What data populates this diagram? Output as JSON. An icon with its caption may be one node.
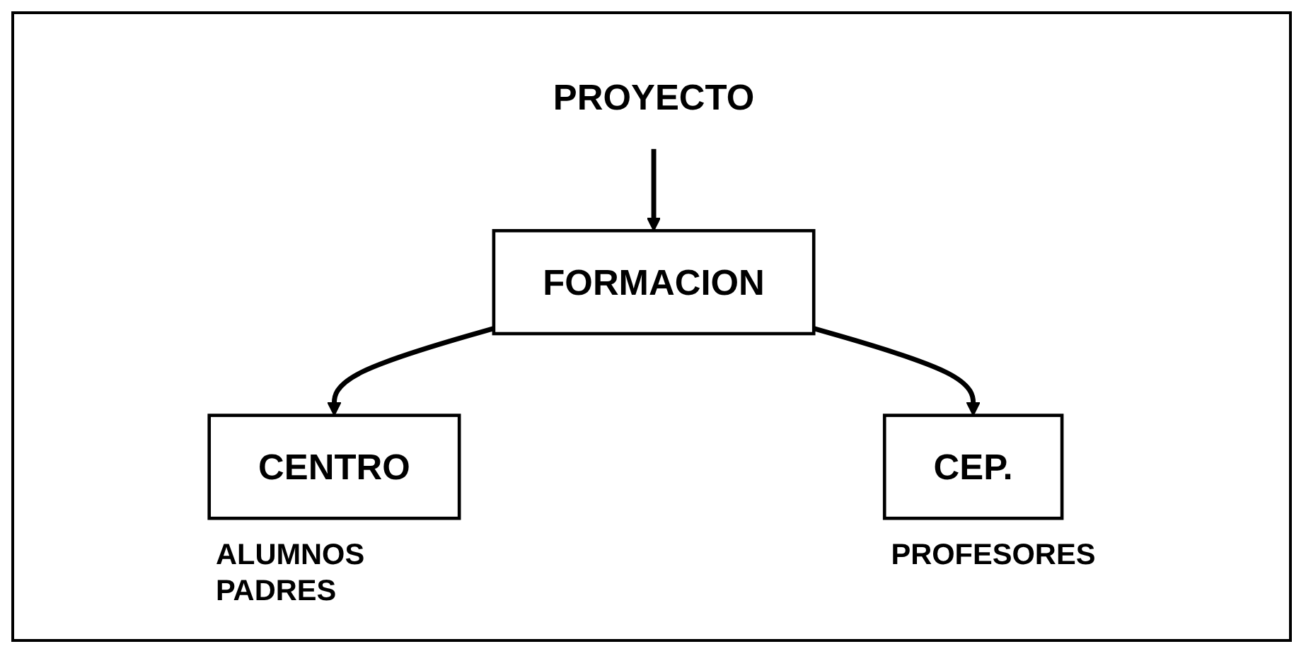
{
  "diagram": {
    "nodes": [
      {
        "text": [
          "PROYECTO"
        ]
      },
      {
        "text": [
          "FORMACION"
        ]
      },
      {
        "text": [
          "CENTRO"
        ],
        "beside": [
          "ALUMNOS PADRES"
        ]
      },
      {
        "text": [
          "CEP."
        ],
        "beside": [
          "PROFESORES"
        ]
      }
    ],
    "edges": [
      {
        "from": 0,
        "to": 1,
        "arrow": "to"
      },
      {
        "from": 1,
        "to": 2,
        "arrow": "to"
      },
      {
        "from": 1,
        "to": 3,
        "arrow": "to"
      }
    ]
  }
}
